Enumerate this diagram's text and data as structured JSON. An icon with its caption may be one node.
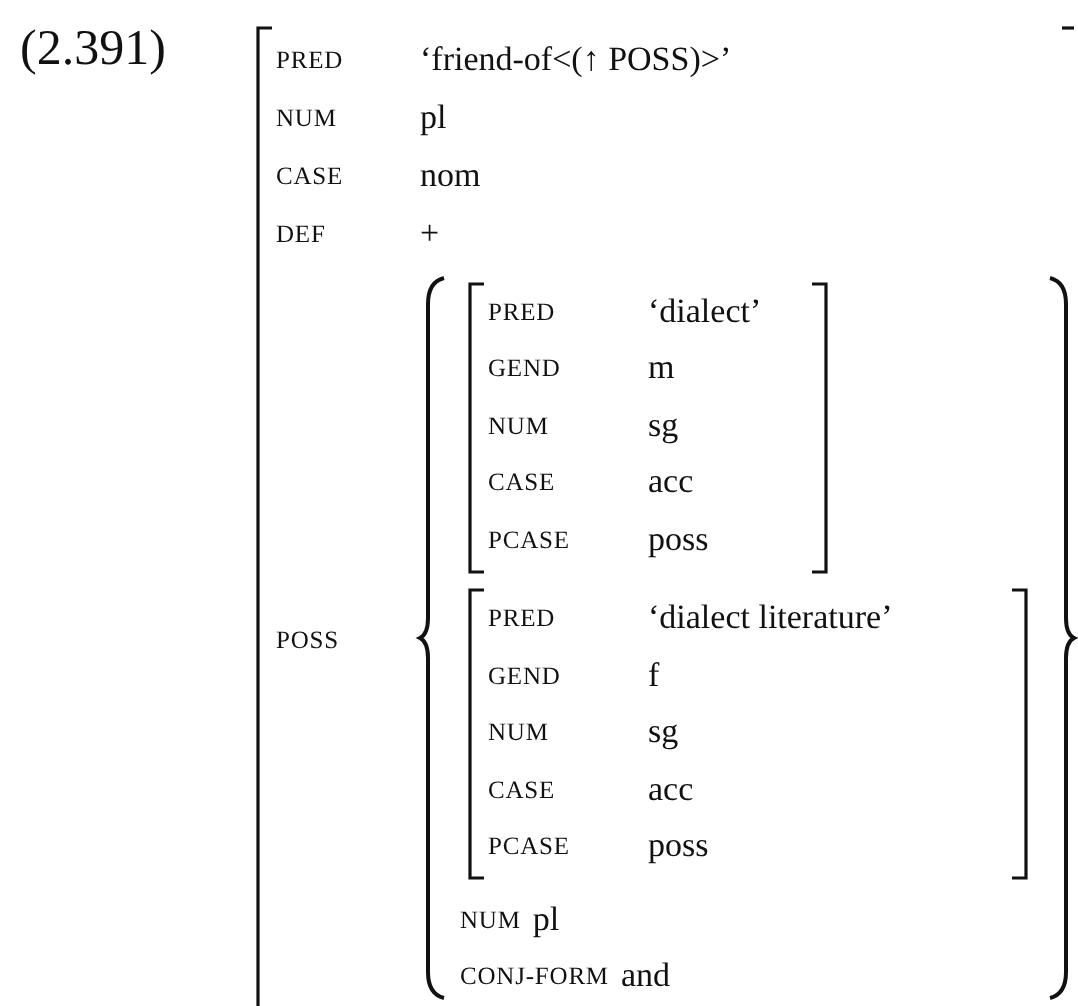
{
  "diagram": {
    "nodes": [
      {
        "text": [
          "PRED",
          "‘friend-of<(↑ POSS)>’",
          "NUM",
          "pl",
          "CASE",
          "nom",
          "DEF",
          "+",
          "POSS"
        ]
      },
      {
        "text": [
          "NUM",
          "pl",
          "CONJ-FORM",
          "and"
        ],
        "in": 0
      },
      {
        "text": [
          "PRED",
          "‘dialect’",
          "GEND",
          "m",
          "NUM",
          "sg",
          "CASE",
          "acc",
          "PCASE",
          "poss"
        ],
        "in": 1
      },
      {
        "text": [
          "PRED",
          "‘dialect literature’",
          "GEND",
          "f",
          "NUM",
          "sg",
          "CASE",
          "acc",
          "PCASE",
          "poss"
        ],
        "in": 1
      }
    ],
    "labels": [
      "(2.391)"
    ]
  }
}
